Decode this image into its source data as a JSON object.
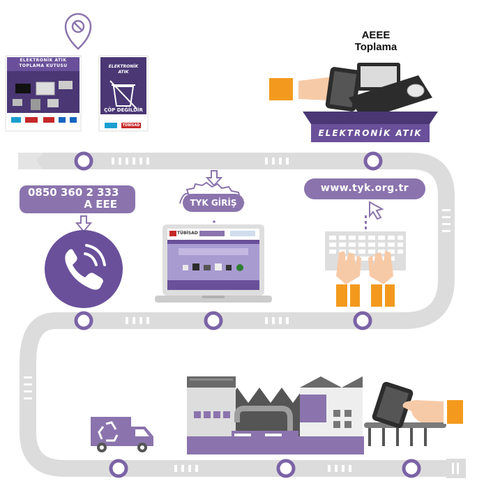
{
  "colors": {
    "purple": "#6a509a",
    "purple_light": "#8b74ad",
    "purple_pale": "#9f8fc4",
    "dark": "#2c2c2c",
    "track": "#dcdcdc",
    "orange": "#f39a1e",
    "skin": "#f7caa7"
  },
  "collection": {
    "title_line1": "AEEE",
    "title_line2": "Toplama",
    "box_label": "ELEKTRONİK ATIK"
  },
  "bins": {
    "box1_line1": "ELEKTRONİK ATIK",
    "box1_line2": "TOPLAMA KUTUSU",
    "box2_line1": "ELEKTRONİK",
    "box2_line2": "ATIK",
    "box2_footer": "ÇÖP DEĞİLDİR",
    "brand": "TÜBİSAD"
  },
  "phone": {
    "number": "0850 360 2 333",
    "suffix": "A EEE"
  },
  "web": {
    "login_label": "TYK GİRİŞ",
    "url": "www.tyk.org.tr",
    "site_brand": "TÜBİSAD"
  },
  "icons": [
    "location-pin-icon",
    "phone-icon",
    "cursor-icon",
    "recycle-icon",
    "gear-icon",
    "arrow-down-icon"
  ]
}
